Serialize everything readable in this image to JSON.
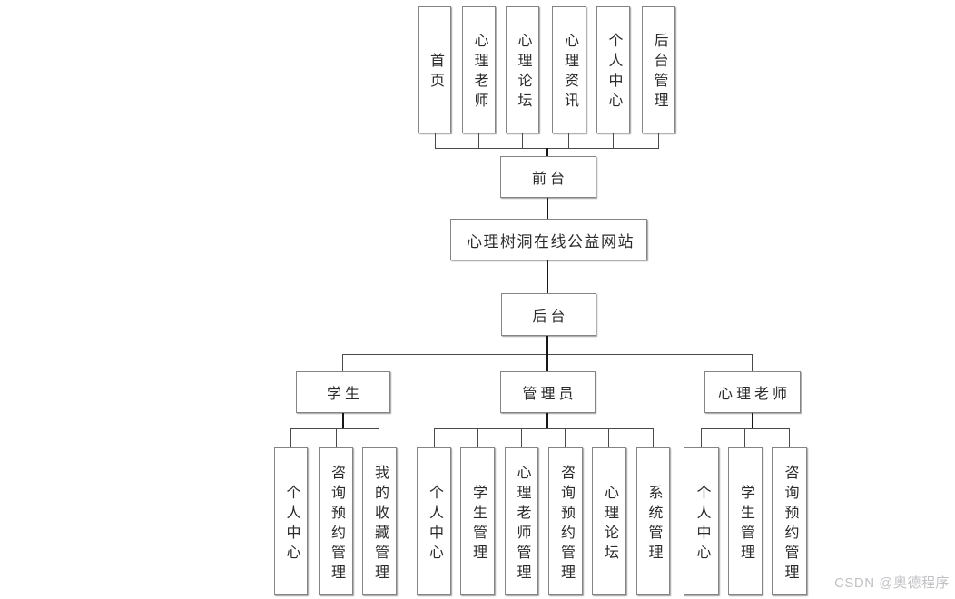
{
  "diagram": {
    "root": "心理树洞在线公益网站",
    "front": {
      "label": "前台",
      "children": [
        "首页",
        "心理老师",
        "心理论坛",
        "心理资讯",
        "个人中心",
        "后台管理"
      ]
    },
    "back": {
      "label": "后台",
      "roles": [
        {
          "label": "学生",
          "children": [
            "个人中心",
            "咨询预约管理",
            "我的收藏管理"
          ]
        },
        {
          "label": "管理员",
          "children": [
            "个人中心",
            "学生管理",
            "心理老师管理",
            "咨询预约管理",
            "心理论坛",
            "系统管理"
          ]
        },
        {
          "label": "心理老师",
          "children": [
            "个人中心",
            "学生管理",
            "咨询预约管理"
          ]
        }
      ]
    },
    "watermark": "CSDN @奥德程序",
    "colors": {
      "background": "#ffffff",
      "box_border": "#848484",
      "connector": "#4a4a4a",
      "text": "#2b2b2b",
      "watermark": "#c0c1c5"
    }
  }
}
